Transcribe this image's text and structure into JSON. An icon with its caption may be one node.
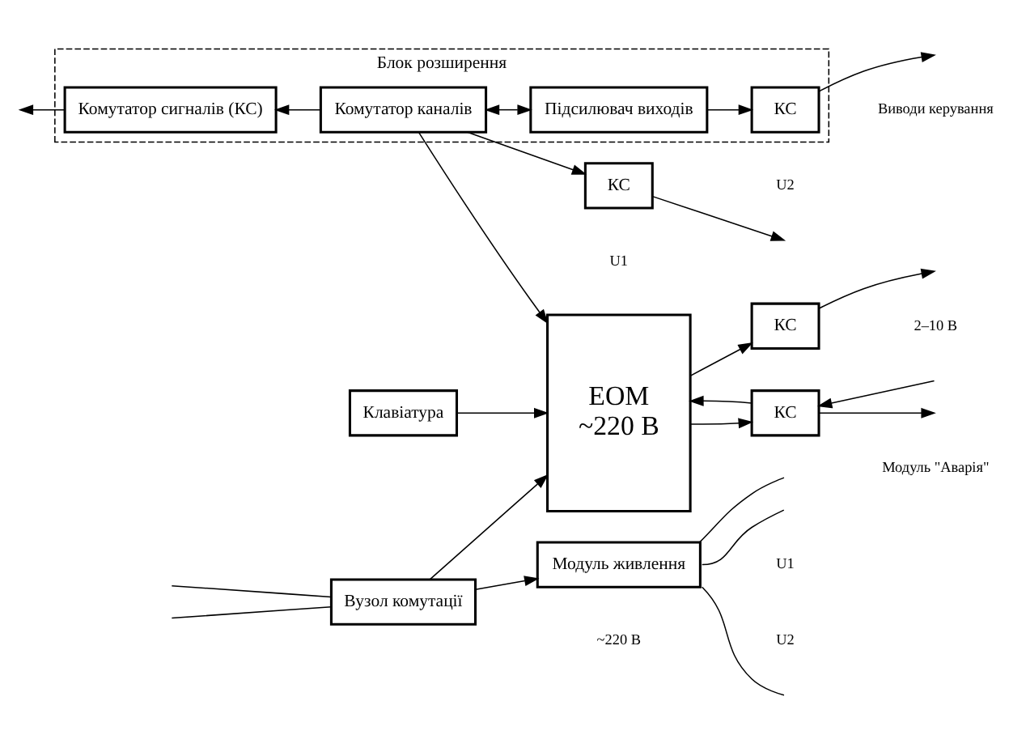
{
  "diagram": {
    "nodes": [
      {
        "text": [
          "Блок розширення"
        ]
      },
      {
        "text": [
          "Комутатор сигналів (КС)"
        ],
        "in": 0
      },
      {
        "text": [
          "Комутатор каналів"
        ],
        "in": 0
      },
      {
        "text": [
          "Підсилювач виходів"
        ],
        "in": 0
      },
      {
        "text": [
          "КС"
        ],
        "in": 0
      },
      {
        "text": [
          "КС"
        ]
      },
      {
        "text": [
          "ЕОМ",
          "~220 В"
        ]
      },
      {
        "text": [
          "КС"
        ]
      },
      {
        "text": [
          "КС"
        ]
      },
      {
        "text": [
          "Клавіатура"
        ]
      },
      {
        "text": [
          "Вузол комутації"
        ]
      },
      {
        "text": [
          "Модуль живлення"
        ]
      }
    ],
    "edges": [
      {
        "from": 1,
        "to": null,
        "arrow": "to"
      },
      {
        "from": 2,
        "to": 1,
        "arrow": "to"
      },
      {
        "from": 2,
        "to": 3,
        "arrow": "both"
      },
      {
        "from": 3,
        "to": 4,
        "arrow": "to"
      },
      {
        "from": 4,
        "to": null,
        "arrow": "to"
      },
      {
        "from": 2,
        "to": 6,
        "arrow": "to"
      },
      {
        "from": 2,
        "to": 5,
        "arrow": "to"
      },
      {
        "from": 5,
        "to": null,
        "arrow": "to"
      },
      {
        "from": 6,
        "to": 7,
        "arrow": "to"
      },
      {
        "from": 7,
        "to": null,
        "arrow": "to"
      },
      {
        "from": 6,
        "to": 8,
        "arrow": "to"
      },
      {
        "from": 8,
        "to": 6,
        "arrow": "to"
      },
      {
        "from": null,
        "to": 8,
        "arrow": "to"
      },
      {
        "from": 8,
        "to": null,
        "arrow": "to"
      },
      {
        "from": 9,
        "to": 6,
        "arrow": "to"
      },
      {
        "from": 10,
        "to": 6,
        "arrow": "to"
      },
      {
        "from": 10,
        "to": 11,
        "arrow": "to"
      },
      {
        "from": null,
        "to": 10,
        "arrow": "none"
      },
      {
        "from": null,
        "to": 10,
        "arrow": "none"
      },
      {
        "from": 11,
        "to": null,
        "arrow": "none"
      },
      {
        "from": 11,
        "to": null,
        "arrow": "none"
      },
      {
        "from": 11,
        "to": null,
        "arrow": "none"
      }
    ],
    "labels": [
      "U1",
      "U2",
      "Виводи керування",
      "2–10 В",
      "Модуль \"Аварія\"",
      "~220 В",
      "U1",
      "U2"
    ]
  }
}
